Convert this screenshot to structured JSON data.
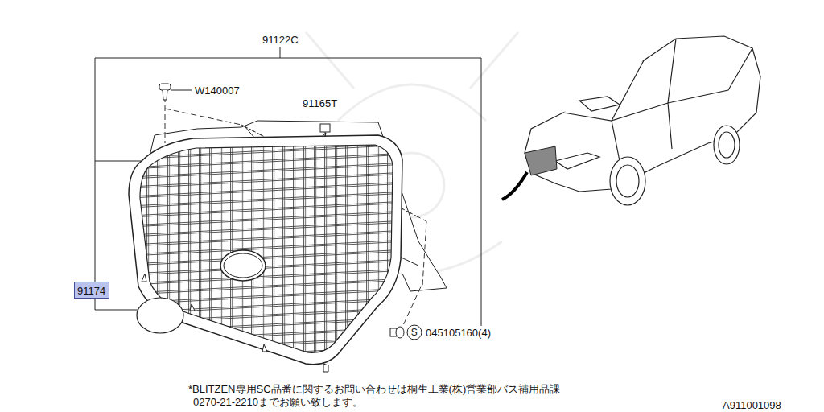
{
  "diagram": {
    "nodes": [
      {
        "text": [
          "91174"
        ]
      }
    ],
    "labels": [
      "91122C",
      "W140007",
      "91165T",
      "S",
      "045105160(4)",
      "*BLITZEN専用SC品番に関するお問い合わせは桐生工業(株)営業部バス補用品課",
      "0270-21-2210までお願い致します。",
      "A911001098"
    ]
  }
}
